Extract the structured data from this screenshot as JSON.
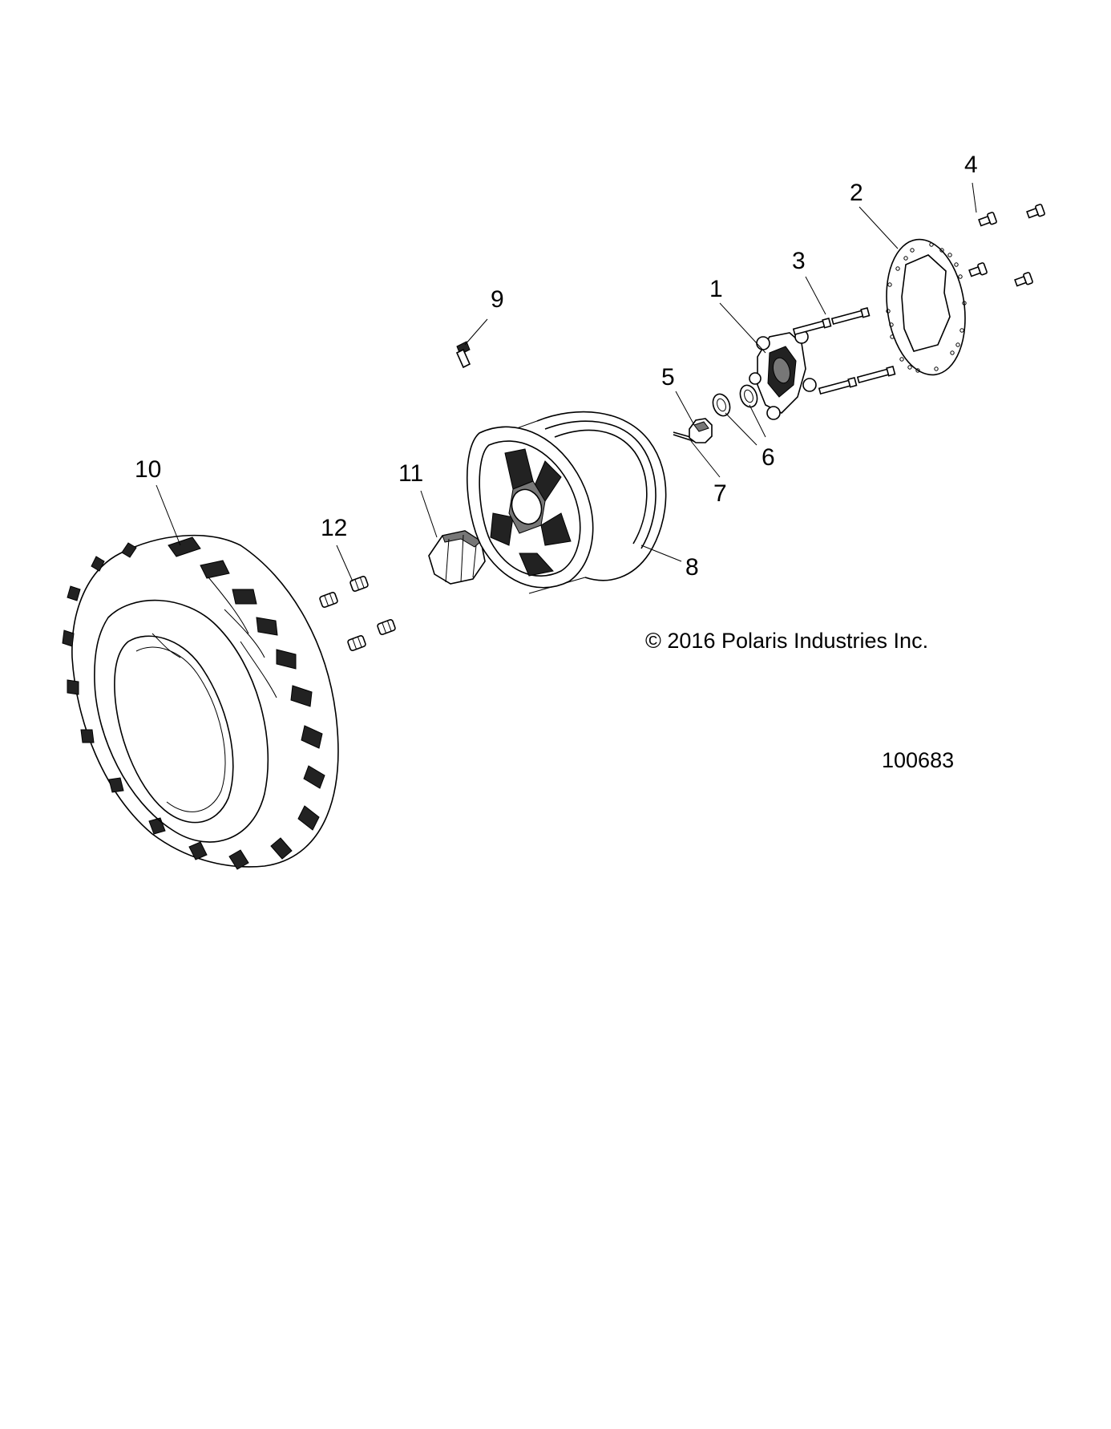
{
  "callouts": [
    {
      "id": "1",
      "label": "1"
    },
    {
      "id": "2",
      "label": "2"
    },
    {
      "id": "3",
      "label": "3"
    },
    {
      "id": "4",
      "label": "4"
    },
    {
      "id": "5",
      "label": "5"
    },
    {
      "id": "6",
      "label": "6"
    },
    {
      "id": "7",
      "label": "7"
    },
    {
      "id": "8",
      "label": "8"
    },
    {
      "id": "9",
      "label": "9"
    },
    {
      "id": "10",
      "label": "10"
    },
    {
      "id": "11",
      "label": "11"
    },
    {
      "id": "12",
      "label": "12"
    }
  ],
  "copyright": "© 2016 Polaris Industries Inc.",
  "figure_number": "100683"
}
